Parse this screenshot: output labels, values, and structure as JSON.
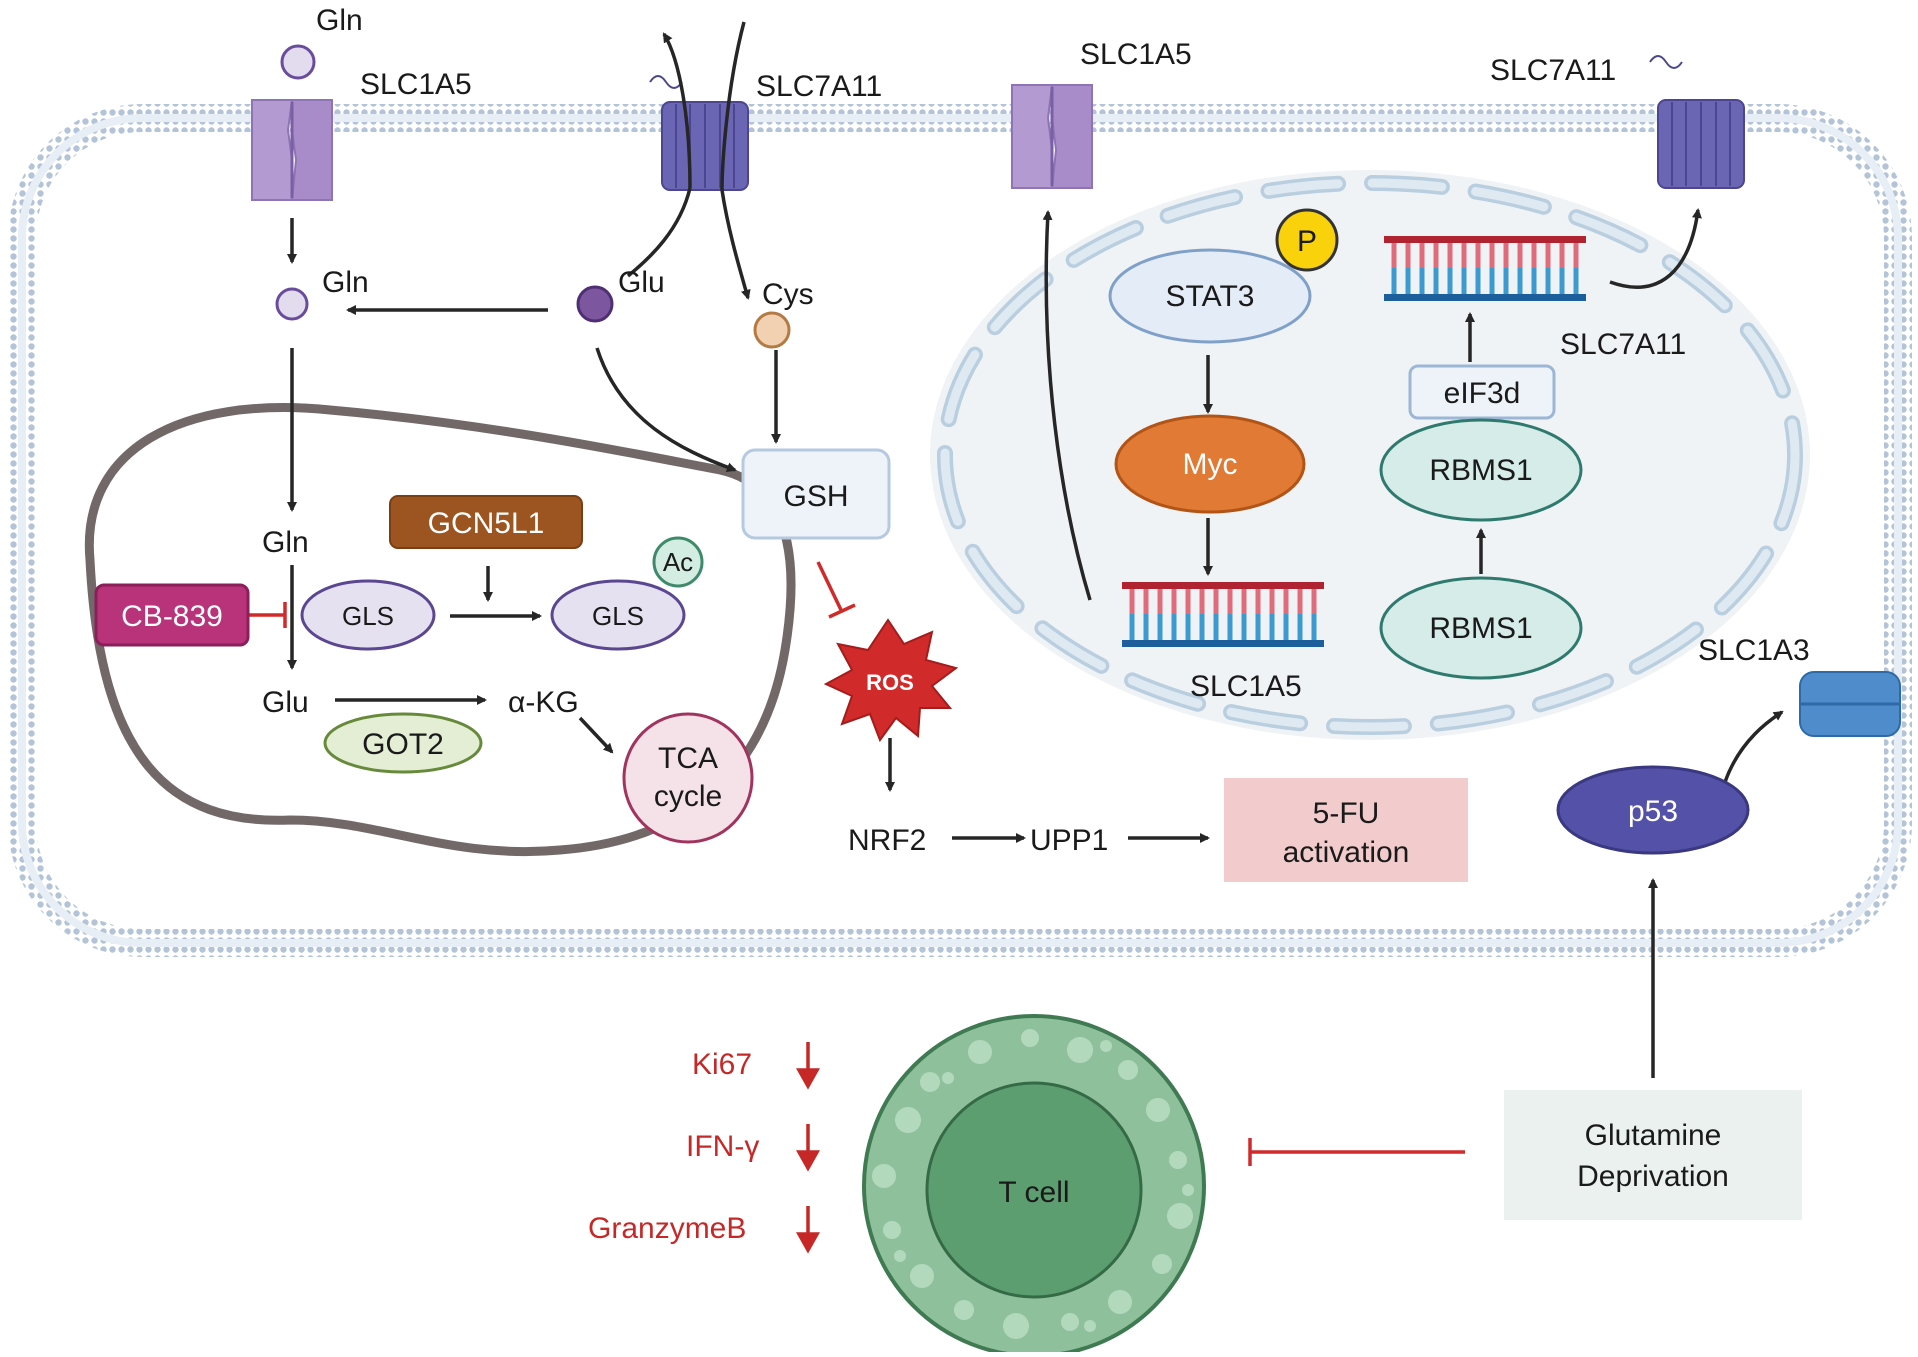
{
  "membrane": {
    "slc1a5_left": "SLC1A5",
    "slc7a11_left": "SLC7A11",
    "slc1a5_right": "SLC1A5",
    "slc7a11_right": "SLC7A11",
    "slc1a3": "SLC1A3"
  },
  "metabolites": {
    "gln_outside": "Gln",
    "gln_cytosol": "Gln",
    "glu_cytosol": "Glu",
    "cys": "Cys",
    "gsh": "GSH",
    "ros": "ROS"
  },
  "mitochondrion": {
    "gln": "Gln",
    "glu": "Glu",
    "gls": "GLS",
    "gls_ac": "GLS",
    "ac": "Ac",
    "gcn5l1": "GCN5L1",
    "cb839": "CB-839",
    "akg": "α-KG",
    "got2": "GOT2",
    "tca_line1": "TCA",
    "tca_line2": "cycle"
  },
  "pathway": {
    "nrf2": "NRF2",
    "upp1": "UPP1",
    "fu_line1": "5-FU",
    "fu_line2": "activation"
  },
  "nucleus": {
    "p": "P",
    "stat3": "STAT3",
    "myc": "Myc",
    "slc1a5_gene": "SLC1A5",
    "eif3d": "eIF3d",
    "rbms1_upper": "RBMS1",
    "rbms1_lower": "RBMS1",
    "slc7a11_gene": "SLC7A11"
  },
  "p53": "p53",
  "tcell": {
    "label": "T cell",
    "markers": [
      "Ki67",
      "IFN-γ",
      "GranzymeB"
    ]
  },
  "deprivation": {
    "line1": "Glutamine",
    "line2": "Deprivation"
  },
  "colors": {
    "membrane": "#b4c4d8",
    "transporter": "#b39bd1",
    "xct": "#6b66b4",
    "mito_outline": "#736868",
    "gcn5l1": "#9c5420",
    "cb839": "#b8337a",
    "myc": "#e07a34",
    "rbms1": "#d6ece8",
    "p53": "#5452a8",
    "ros": "#d12a2a",
    "tcell": "#7fb58f",
    "inhibit": "#d12a2a",
    "fu_box": "#f2cccc",
    "deprivation_box": "#eaf1ee"
  }
}
